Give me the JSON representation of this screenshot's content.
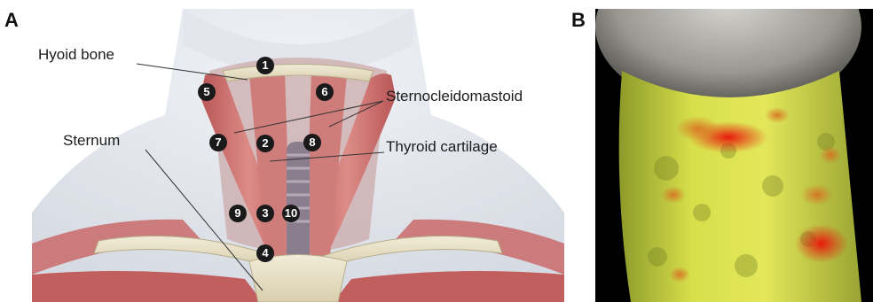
{
  "figure": {
    "panel_a_letter": "A",
    "panel_b_letter": "B"
  },
  "panel_a": {
    "labels": {
      "hyoid": "Hyoid bone",
      "scm": "Sternocleidomastoid",
      "sternum": "Sternum",
      "thyroid": "Thyroid cartilage"
    },
    "markers": [
      "1",
      "2",
      "3",
      "4",
      "5",
      "6",
      "7",
      "8",
      "9",
      "10"
    ]
  },
  "colors": {
    "muscle": "#c96a6a",
    "bone": "#e8e0c6",
    "skin": "#e7e9ef",
    "marker": "#1a1a1a",
    "heat_red": "#e02010",
    "heat_yellow": "#d8e040"
  }
}
